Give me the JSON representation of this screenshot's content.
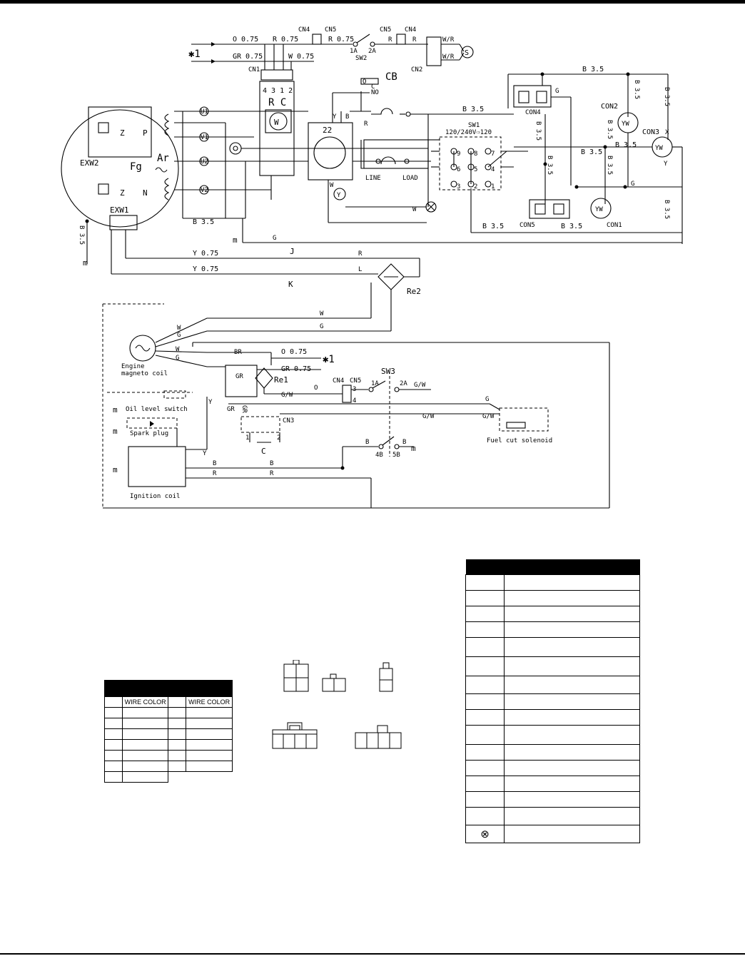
{
  "labels": {
    "star1_top": "✱1",
    "star1_bottom": "✱1",
    "cn1": "CN1",
    "cn2": "CN2",
    "cn4_top": "CN4",
    "cn5_top": "CN5",
    "cn5_2": "CN5",
    "cn4_2": "CN4",
    "pin1": "1",
    "pin2": "2",
    "sw2": "SW2",
    "sw2_1a": "1A",
    "sw2_2a": "2A",
    "wr1": "W/R",
    "wr2": "W/R",
    "s": "S",
    "o075": "O 0.75",
    "r075a": "R 0.75",
    "r075b": "R 0.75",
    "gr075": "GR 0.75",
    "w075": "W 0.75",
    "r_a": "R",
    "r_b": "R",
    "cn1_pins": "4 3 1 2",
    "rc": "R C",
    "w_circle": "W",
    "cb": "CB",
    "c_lbl": "C",
    "no_lbl": "NO",
    "o_lbl": "O",
    "n22": "22",
    "y_lbl": "Y",
    "b_lbl": "B",
    "r_lbl": "R",
    "line": "LINE",
    "load": "LOAD",
    "sw1": "SW1",
    "sw1_volt": "120/240V⇨120",
    "b35_top": "B 3.5",
    "b35_mid": "B 3.5",
    "b35_a": "B 3.5",
    "b35_b": "B 3.5",
    "b35_c": "B 3.5",
    "b35_d": "B 3.5",
    "b35_e": "B 3.5",
    "b35_f": "B 3.5",
    "b35_g": "B 3.5",
    "b35_h": "B 3.5",
    "b35_left": "B 3.5",
    "b35_bl": "B 3.5",
    "con1": "CON1",
    "con2": "CON2",
    "con3": "CON3",
    "con4": "CON4",
    "con5": "CON5",
    "g": "G",
    "x_lbl": "X",
    "exw1": "EXW1",
    "exw2": "EXW2",
    "fg": "Fg",
    "ar": "Ar",
    "z1": "Z",
    "z2": "Z",
    "p": "P",
    "n": "N",
    "u1": "U1",
    "v1": "V1",
    "u2": "U2",
    "v2": "V2",
    "y075a": "Y 0.75",
    "y075b": "Y 0.75",
    "j": "J",
    "k": "K",
    "r_wire": "R",
    "l_wire": "L",
    "re2": "Re2",
    "w_wire": "W",
    "g_wire": "G",
    "w1": "W",
    "g1": "G",
    "w2": "W",
    "g2": "G",
    "engine_coil": "Engine\nmagneto coil",
    "engine": "Engine",
    "magneto": "magneto coil",
    "br": "BR",
    "o075b": "O 0.75",
    "gr075b": "GR 0.75",
    "gr": "GR",
    "re1": "Re1",
    "gw": "G/W",
    "cn4b": "CN4",
    "cn5b": "CN5",
    "sw3": "SW3",
    "sw3_1a": "1A",
    "sw3_2a": "2A",
    "sw3_gw": "G/W",
    "cn3": "CN3",
    "c_cap": "C",
    "g_fuel": "G",
    "gw_fuel1": "G/W",
    "gw_fuel2": "G/W",
    "fuel_cut": "Fuel cut solenoid",
    "oil_level": "Oil level switch",
    "spark_plug": "Spark plug",
    "ignition_coil": "Ignition coil",
    "b_a": "B",
    "b_b": "B",
    "r_c": "R",
    "r_d": "R",
    "sw4b": "4B",
    "sw5b": "5B",
    "b_sw": "B",
    "b_sw2": "B",
    "y_ig": "Y",
    "y_oil": "Y",
    "g_sw1": "G",
    "g_c4": "G",
    "y_con3": "Y"
  },
  "wire_table": {
    "header": "",
    "col1": "WIRE COLOR",
    "col2": "WIRE COLOR"
  },
  "component_table": {
    "rows": 16,
    "last_symbol": "⊗"
  }
}
